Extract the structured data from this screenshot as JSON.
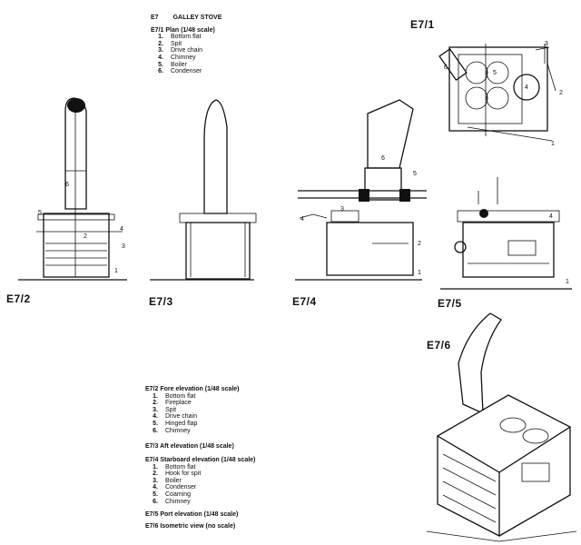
{
  "header": {
    "code": "E7",
    "title": "GALLEY STOVE"
  },
  "plan_section": {
    "heading": "E7/1  Plan (1/48 scale)",
    "items": [
      {
        "num": "1.",
        "text": "Bottom flat"
      },
      {
        "num": "2.",
        "text": "Spit"
      },
      {
        "num": "3.",
        "text": "Drive chain"
      },
      {
        "num": "4.",
        "text": "Chimney"
      },
      {
        "num": "5.",
        "text": "Boiler"
      },
      {
        "num": "6.",
        "text": "Condenser"
      }
    ]
  },
  "fore_section": {
    "heading": "E7/2  Fore elevation (1/48 scale)",
    "items": [
      {
        "num": "1.",
        "text": "Bottom flat"
      },
      {
        "num": "2.",
        "text": "Fireplace"
      },
      {
        "num": "3.",
        "text": "Spit"
      },
      {
        "num": "4.",
        "text": "Drive chain"
      },
      {
        "num": "5.",
        "text": "Hinged flap"
      },
      {
        "num": "6.",
        "text": "Chimney"
      }
    ]
  },
  "aft_section": {
    "heading": "E7/3  Aft elevation (1/48 scale)"
  },
  "starboard_section": {
    "heading": "E7/4  Starboard elevation (1/48 scale)",
    "items": [
      {
        "num": "1.",
        "text": "Bottom flat"
      },
      {
        "num": "2.",
        "text": "Hook for spit"
      },
      {
        "num": "3.",
        "text": "Boiler"
      },
      {
        "num": "4.",
        "text": "Condenser"
      },
      {
        "num": "5.",
        "text": "Coaming"
      },
      {
        "num": "6.",
        "text": "Chimney"
      }
    ]
  },
  "port_section": {
    "heading": "E7/5  Port elevation (1/48 scale)"
  },
  "iso_section": {
    "heading": "E7/6  Isometric view (no scale)"
  },
  "figure_labels": {
    "e7_1": "E7/1",
    "e7_2": "E7/2",
    "e7_3": "E7/3",
    "e7_4": "E7/4",
    "e7_5": "E7/5",
    "e7_6": "E7/6"
  },
  "callouts": {
    "plan": [
      "1",
      "2",
      "3",
      "4",
      "5",
      "6"
    ],
    "fore": [
      "1",
      "2",
      "3",
      "4",
      "5",
      "6"
    ],
    "starboard": [
      "1",
      "2",
      "3",
      "4",
      "5",
      "6"
    ],
    "port": [
      "1",
      "4"
    ]
  }
}
